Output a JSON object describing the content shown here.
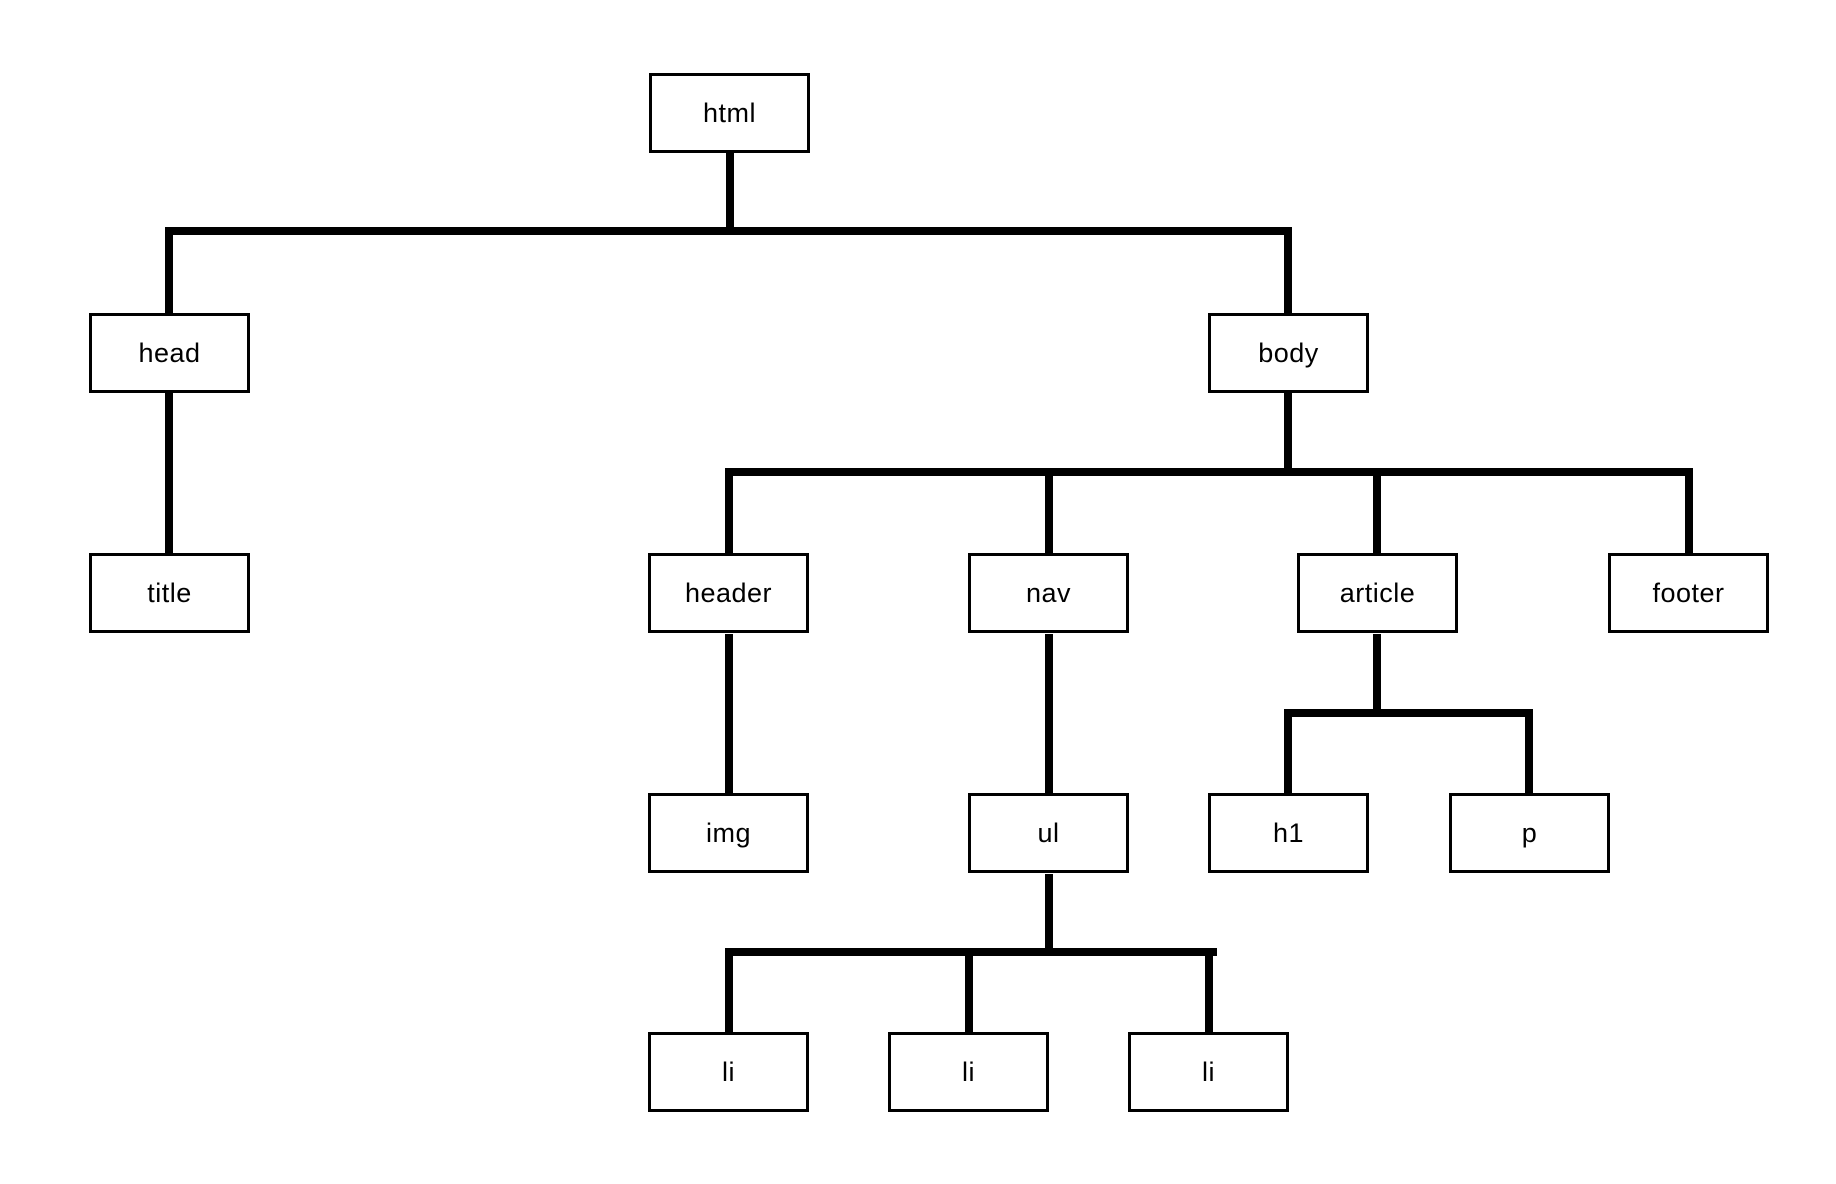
{
  "diagram": {
    "type": "tree",
    "description_of_content": "DOM element tree",
    "nodes": [
      {
        "id": "html",
        "label": "html"
      },
      {
        "id": "head",
        "label": "head"
      },
      {
        "id": "body",
        "label": "body"
      },
      {
        "id": "title",
        "label": "title"
      },
      {
        "id": "header",
        "label": "header"
      },
      {
        "id": "nav",
        "label": "nav"
      },
      {
        "id": "article",
        "label": "article"
      },
      {
        "id": "footer",
        "label": "footer"
      },
      {
        "id": "img",
        "label": "img"
      },
      {
        "id": "ul",
        "label": "ul"
      },
      {
        "id": "h1",
        "label": "h1"
      },
      {
        "id": "p",
        "label": "p"
      },
      {
        "id": "li-1",
        "label": "li"
      },
      {
        "id": "li-2",
        "label": "li"
      },
      {
        "id": "li-3",
        "label": "li"
      }
    ],
    "edges": [
      {
        "from": "html",
        "to": "head"
      },
      {
        "from": "html",
        "to": "body"
      },
      {
        "from": "head",
        "to": "title"
      },
      {
        "from": "body",
        "to": "header"
      },
      {
        "from": "body",
        "to": "nav"
      },
      {
        "from": "body",
        "to": "article"
      },
      {
        "from": "body",
        "to": "footer"
      },
      {
        "from": "header",
        "to": "img"
      },
      {
        "from": "nav",
        "to": "ul"
      },
      {
        "from": "article",
        "to": "h1"
      },
      {
        "from": "article",
        "to": "p"
      },
      {
        "from": "ul",
        "to": "li-1"
      },
      {
        "from": "ul",
        "to": "li-2"
      },
      {
        "from": "ul",
        "to": "li-3"
      }
    ],
    "colors": {
      "background": "#ffffff",
      "node_fill": "#ffffff",
      "node_border": "#000000",
      "connector": "#000000",
      "text": "#000000"
    }
  }
}
